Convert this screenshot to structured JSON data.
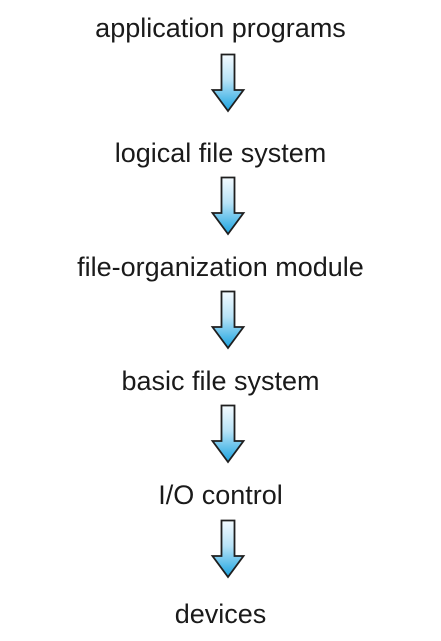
{
  "diagram": {
    "layers": [
      {
        "label": "application programs"
      },
      {
        "label": "logical file system"
      },
      {
        "label": "file-organization module"
      },
      {
        "label": "basic file system"
      },
      {
        "label": "I/O control"
      },
      {
        "label": "devices"
      }
    ],
    "arrow_colors": {
      "top": "#f4fbff",
      "middle": "#b8e3f7",
      "bottom": "#1aa3e0",
      "outline": "#1f1f1f"
    }
  }
}
